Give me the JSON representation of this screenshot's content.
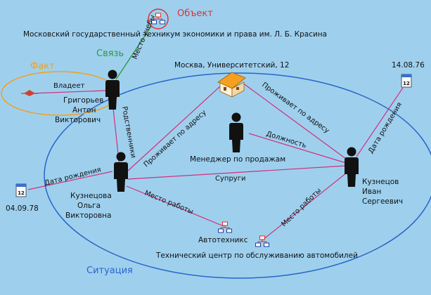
{
  "labels": {
    "object": "Объект",
    "institution": "Московский государственный техникум экономики и права им. Л. Б. Красина",
    "svyaz": "Связь",
    "fact": "Факт",
    "address": "Москва, Университетский, 12",
    "situation": "Ситуация",
    "autotechnics": "Автотехникс",
    "tech_center": "Технический центр по обслуживанию автомобилей",
    "manager": "Менеджер по продажам"
  },
  "people": {
    "grigoriev": [
      "Григорьев",
      "Антон",
      "Викторович"
    ],
    "kuznetsova": [
      "Кузнецова",
      "Ольга",
      "Викторовна"
    ],
    "kuznetsov": [
      "Кузнецов",
      "Иван",
      "Сергеевич"
    ]
  },
  "dates": {
    "left": "04.09.78",
    "right": "14.08.76"
  },
  "edges": {
    "vladeet": "Владеет",
    "mesto_ucheby": "Место учебы",
    "rodstvenniki": "Родственники",
    "prozhivaet_left": "Проживает по адресу",
    "prozhivaet_right": "Проживает по адресу",
    "dolzhnost": "Должность",
    "suprugi": "Супруги",
    "data_rozhd_left": "Дата рождения",
    "data_rozhd_right": "Дата рождения",
    "mesto_raboty_left": "Место работы",
    "mesto_raboty_right": "Место работы"
  },
  "colors": {
    "background": "#9ed0ee",
    "edge": "#d0307a",
    "green_link": "#2e9a3a",
    "ellipse": "#2a64c8",
    "object_red": "#e03030",
    "fact_orange": "#f0a020",
    "svyaz_green": "#2e9a3a",
    "situation_blue": "#2a64c8"
  }
}
